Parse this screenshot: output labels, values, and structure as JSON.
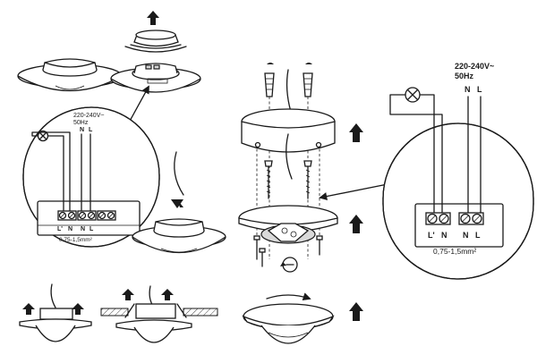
{
  "left_panel": {
    "voltage_line1": "220-240V~",
    "voltage_line2": "50Hz",
    "terminal_n_upper": "N",
    "terminal_l_upper": "L",
    "terminal_l_prime": "L'",
    "terminal_n_lower": "N",
    "terminal_n_right": "N",
    "terminal_l_right": "L",
    "wire_gauge": "0,75-1,5mm²"
  },
  "right_panel": {
    "voltage_line1": "220-240V~",
    "voltage_line2": "50Hz",
    "terminal_n_upper": "N",
    "terminal_l_upper": "L",
    "terminal_l_prime": "L'",
    "terminal_n_lower": "N",
    "terminal_n_right": "N",
    "terminal_l_right": "L",
    "wire_gauge": "0,75-1,5mm²"
  },
  "colors": {
    "line": "#1a1a1a",
    "fill_grey": "#d9d9d9",
    "background": "#ffffff"
  }
}
